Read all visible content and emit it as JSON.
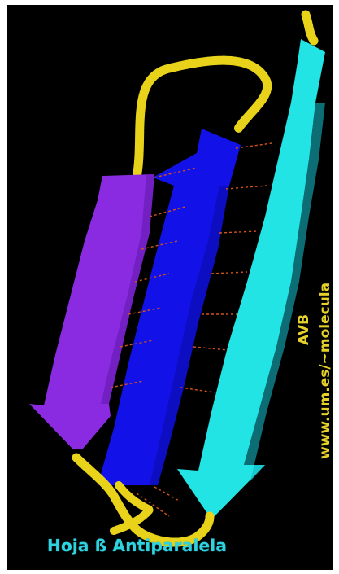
{
  "caption": "Hoja ß Antiparalela",
  "author": "AVB",
  "website": "www.um.es/~molecula",
  "colors": {
    "background": "#000000",
    "strand_left": "#8a2be2",
    "strand_middle": "#1212e8",
    "strand_right": "#22e4e4",
    "loops": "#e8d21a",
    "hydrogen_bonds": "#d4531a",
    "caption_text": "#2fd3e0",
    "credit_text": "#e6d12a"
  }
}
